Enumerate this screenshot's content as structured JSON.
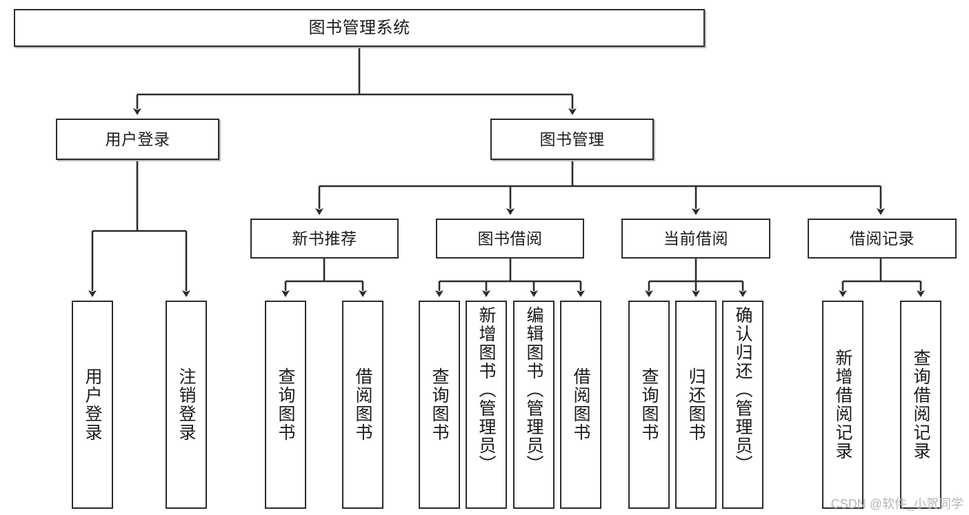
{
  "diagram": {
    "title_node": {
      "label": "图书管理系统"
    },
    "level2": [
      {
        "label": "用户登录"
      },
      {
        "label": "图书管理"
      }
    ],
    "level3": [
      {
        "label": "新书推荐"
      },
      {
        "label": "图书借阅"
      },
      {
        "label": "当前借阅"
      },
      {
        "label": "借阅记录"
      }
    ],
    "leaves": [
      {
        "label": "用户登录"
      },
      {
        "label": "注销登录"
      },
      {
        "label": "查询图书"
      },
      {
        "label": "借阅图书"
      },
      {
        "label": "查询图书"
      },
      {
        "label": "新增图书（管理员）"
      },
      {
        "label": "编辑图书（管理员）"
      },
      {
        "label": "借阅图书"
      },
      {
        "label": "查询图书"
      },
      {
        "label": "归还图书"
      },
      {
        "label": "确认归还（管理员）"
      },
      {
        "label": "新增借阅记录"
      },
      {
        "label": "查询借阅记录"
      }
    ]
  },
  "watermark": {
    "text": "CSDN @软件_小贺同学"
  },
  "colors": {
    "stroke": "#2b2b2b",
    "fill": "#ffffff",
    "text": "#1b1b1b",
    "watermark": "#b5b5b5",
    "background": "#ffffff"
  }
}
